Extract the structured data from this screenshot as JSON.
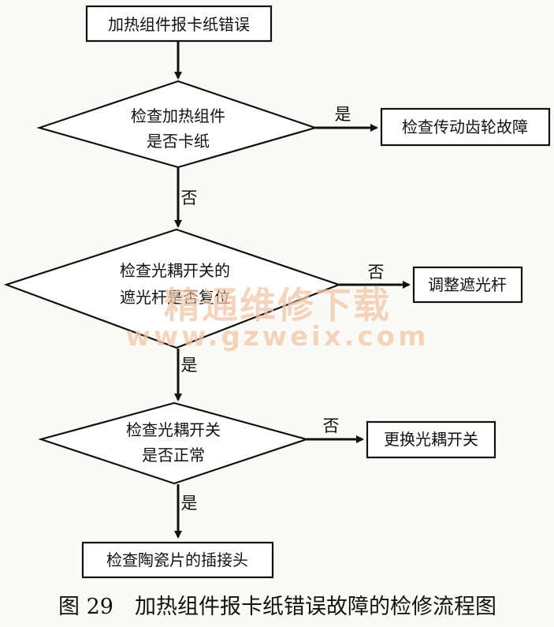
{
  "nodes": {
    "start": "加热组件报卡纸错误",
    "d1_line1": "检查加热组件",
    "d1_line2": "是否卡纸",
    "r1": "检查传动齿轮故障",
    "d2_line1": "检查光耦开关的",
    "d2_line2": "遮光杆是否复位",
    "r2": "调整遮光杆",
    "d3_line1": "检查光耦开关",
    "d3_line2": "是否正常",
    "r3": "更换光耦开关",
    "end": "检查陶瓷片的插接头"
  },
  "edges": {
    "d1_yes": "是",
    "d1_no": "否",
    "d2_no": "否",
    "d2_yes": "是",
    "d3_no": "否",
    "d3_yes": "是"
  },
  "watermark": {
    "title": "精通维修下载",
    "url": "www.gzweix.com"
  },
  "caption": "图 29　加热组件报卡纸错误故障的检修流程图"
}
